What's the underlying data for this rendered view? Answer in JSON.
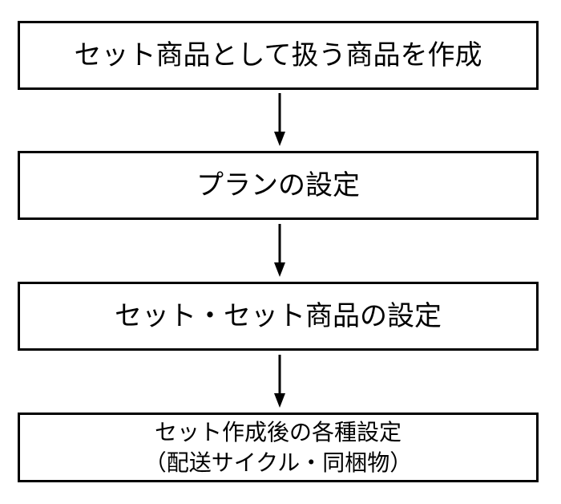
{
  "flow": {
    "steps": [
      {
        "lines": [
          "セット商品として扱う商品を作成"
        ]
      },
      {
        "lines": [
          "プランの設定"
        ]
      },
      {
        "lines": [
          "セット・セット商品の設定"
        ]
      },
      {
        "lines": [
          "セット作成後の各種設定",
          "（配送サイクル・同梱物）"
        ]
      }
    ]
  }
}
